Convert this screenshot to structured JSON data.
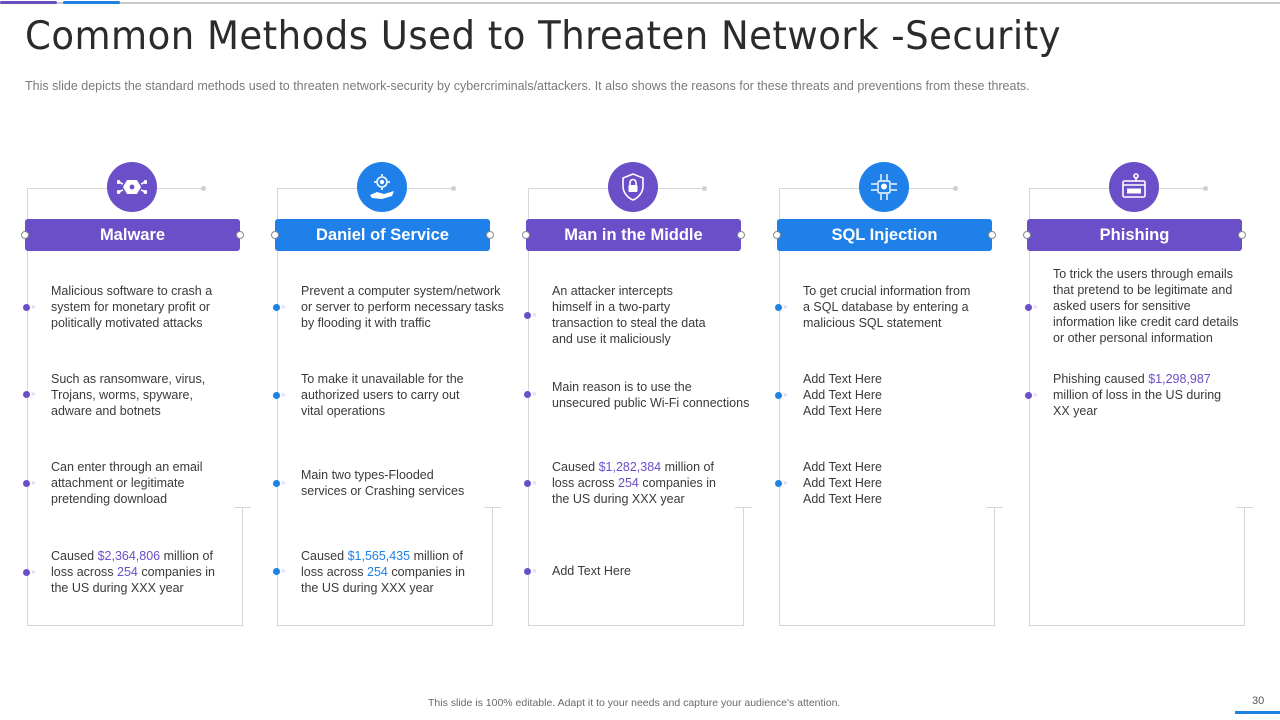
{
  "slide": {
    "title": "Common Methods Used to Threaten Network -Security",
    "subtitle": "This slide depicts the standard  methods used to threaten network-security  by cybercriminals/attackers. It also shows the reasons for these threats and preventions  from these threats.",
    "footer_note": "This slide is 100% editable.  Adapt it to your needs and capture your audience's attention.",
    "page_number": "30"
  },
  "colors": {
    "purple": "#6a4fc8",
    "blue": "#1e80e8",
    "text": "#3a3a3a",
    "subtitle": "#7a7a7a",
    "frame": "#d6d6d6"
  },
  "columns": [
    {
      "title": "Malware",
      "icon": "virus-chip-icon",
      "accent": "purple",
      "items": [
        {
          "pre": "Malicious software to crash a\nsystem for monetary profit or\npolitically motivated attacks"
        },
        {
          "pre": "Such as ransomware, virus,\nTrojans, worms, spyware,\nadware and botnets"
        },
        {
          "pre": "Can enter through an email\nattachment or legitimate\npretending download"
        },
        {
          "pre": "Caused ",
          "value": "$2,364,806",
          "mid": " million of\nloss across ",
          "count": "254",
          "post": " companies in\nthe US during XXX  year"
        }
      ]
    },
    {
      "title": "Daniel of Service",
      "icon": "gear-hand-icon",
      "accent": "blue",
      "items": [
        {
          "pre": "Prevent a computer system/network\nor server to perform necessary tasks\nby flooding it with traffic"
        },
        {
          "pre": "To make it unavailable for the\nauthorized users to carry out\nvital operations"
        },
        {
          "pre": "Main two types-Flooded\nservices or Crashing services"
        },
        {
          "pre": "Caused ",
          "value": "$1,565,435",
          "mid": " million of\nloss across ",
          "count": "254",
          "post": " companies in\nthe US during XXX  year"
        }
      ]
    },
    {
      "title": "Man in the Middle",
      "icon": "shield-lock-icon",
      "accent": "purple",
      "items": [
        {
          "pre": "An attacker intercepts\nhimself in a two-party\ntransaction to steal the data\nand use it maliciously"
        },
        {
          "pre": "Main reason is to use the\nunsecured public Wi-Fi connections"
        },
        {
          "pre": "Caused ",
          "value": "$1,282,384",
          "mid": " million of\nloss across ",
          "count": "254",
          "post": " companies in\nthe US during XXX  year"
        },
        {
          "pre": "Add Text Here"
        }
      ]
    },
    {
      "title": "SQL Injection",
      "icon": "skull-chip-icon",
      "accent": "blue",
      "items": [
        {
          "pre": "To get crucial information from\na SQL database by entering a\nmalicious SQL statement"
        },
        {
          "pre": "Add Text Here\nAdd Text Here\nAdd Text Here"
        },
        {
          "pre": "Add Text Here\nAdd Text Here\nAdd Text Here"
        }
      ]
    },
    {
      "title": "Phishing",
      "icon": "password-hook-icon",
      "accent": "purple",
      "items": [
        {
          "pre": "To trick the users through emails\nthat pretend to be legitimate and\nasked users for sensitive\ninformation like credit card details\nor other personal information"
        },
        {
          "pre": "Phishing  caused ",
          "value": "$1,298,987",
          "mid": "\nmillion of loss in the US during\nXX  year"
        }
      ]
    }
  ]
}
